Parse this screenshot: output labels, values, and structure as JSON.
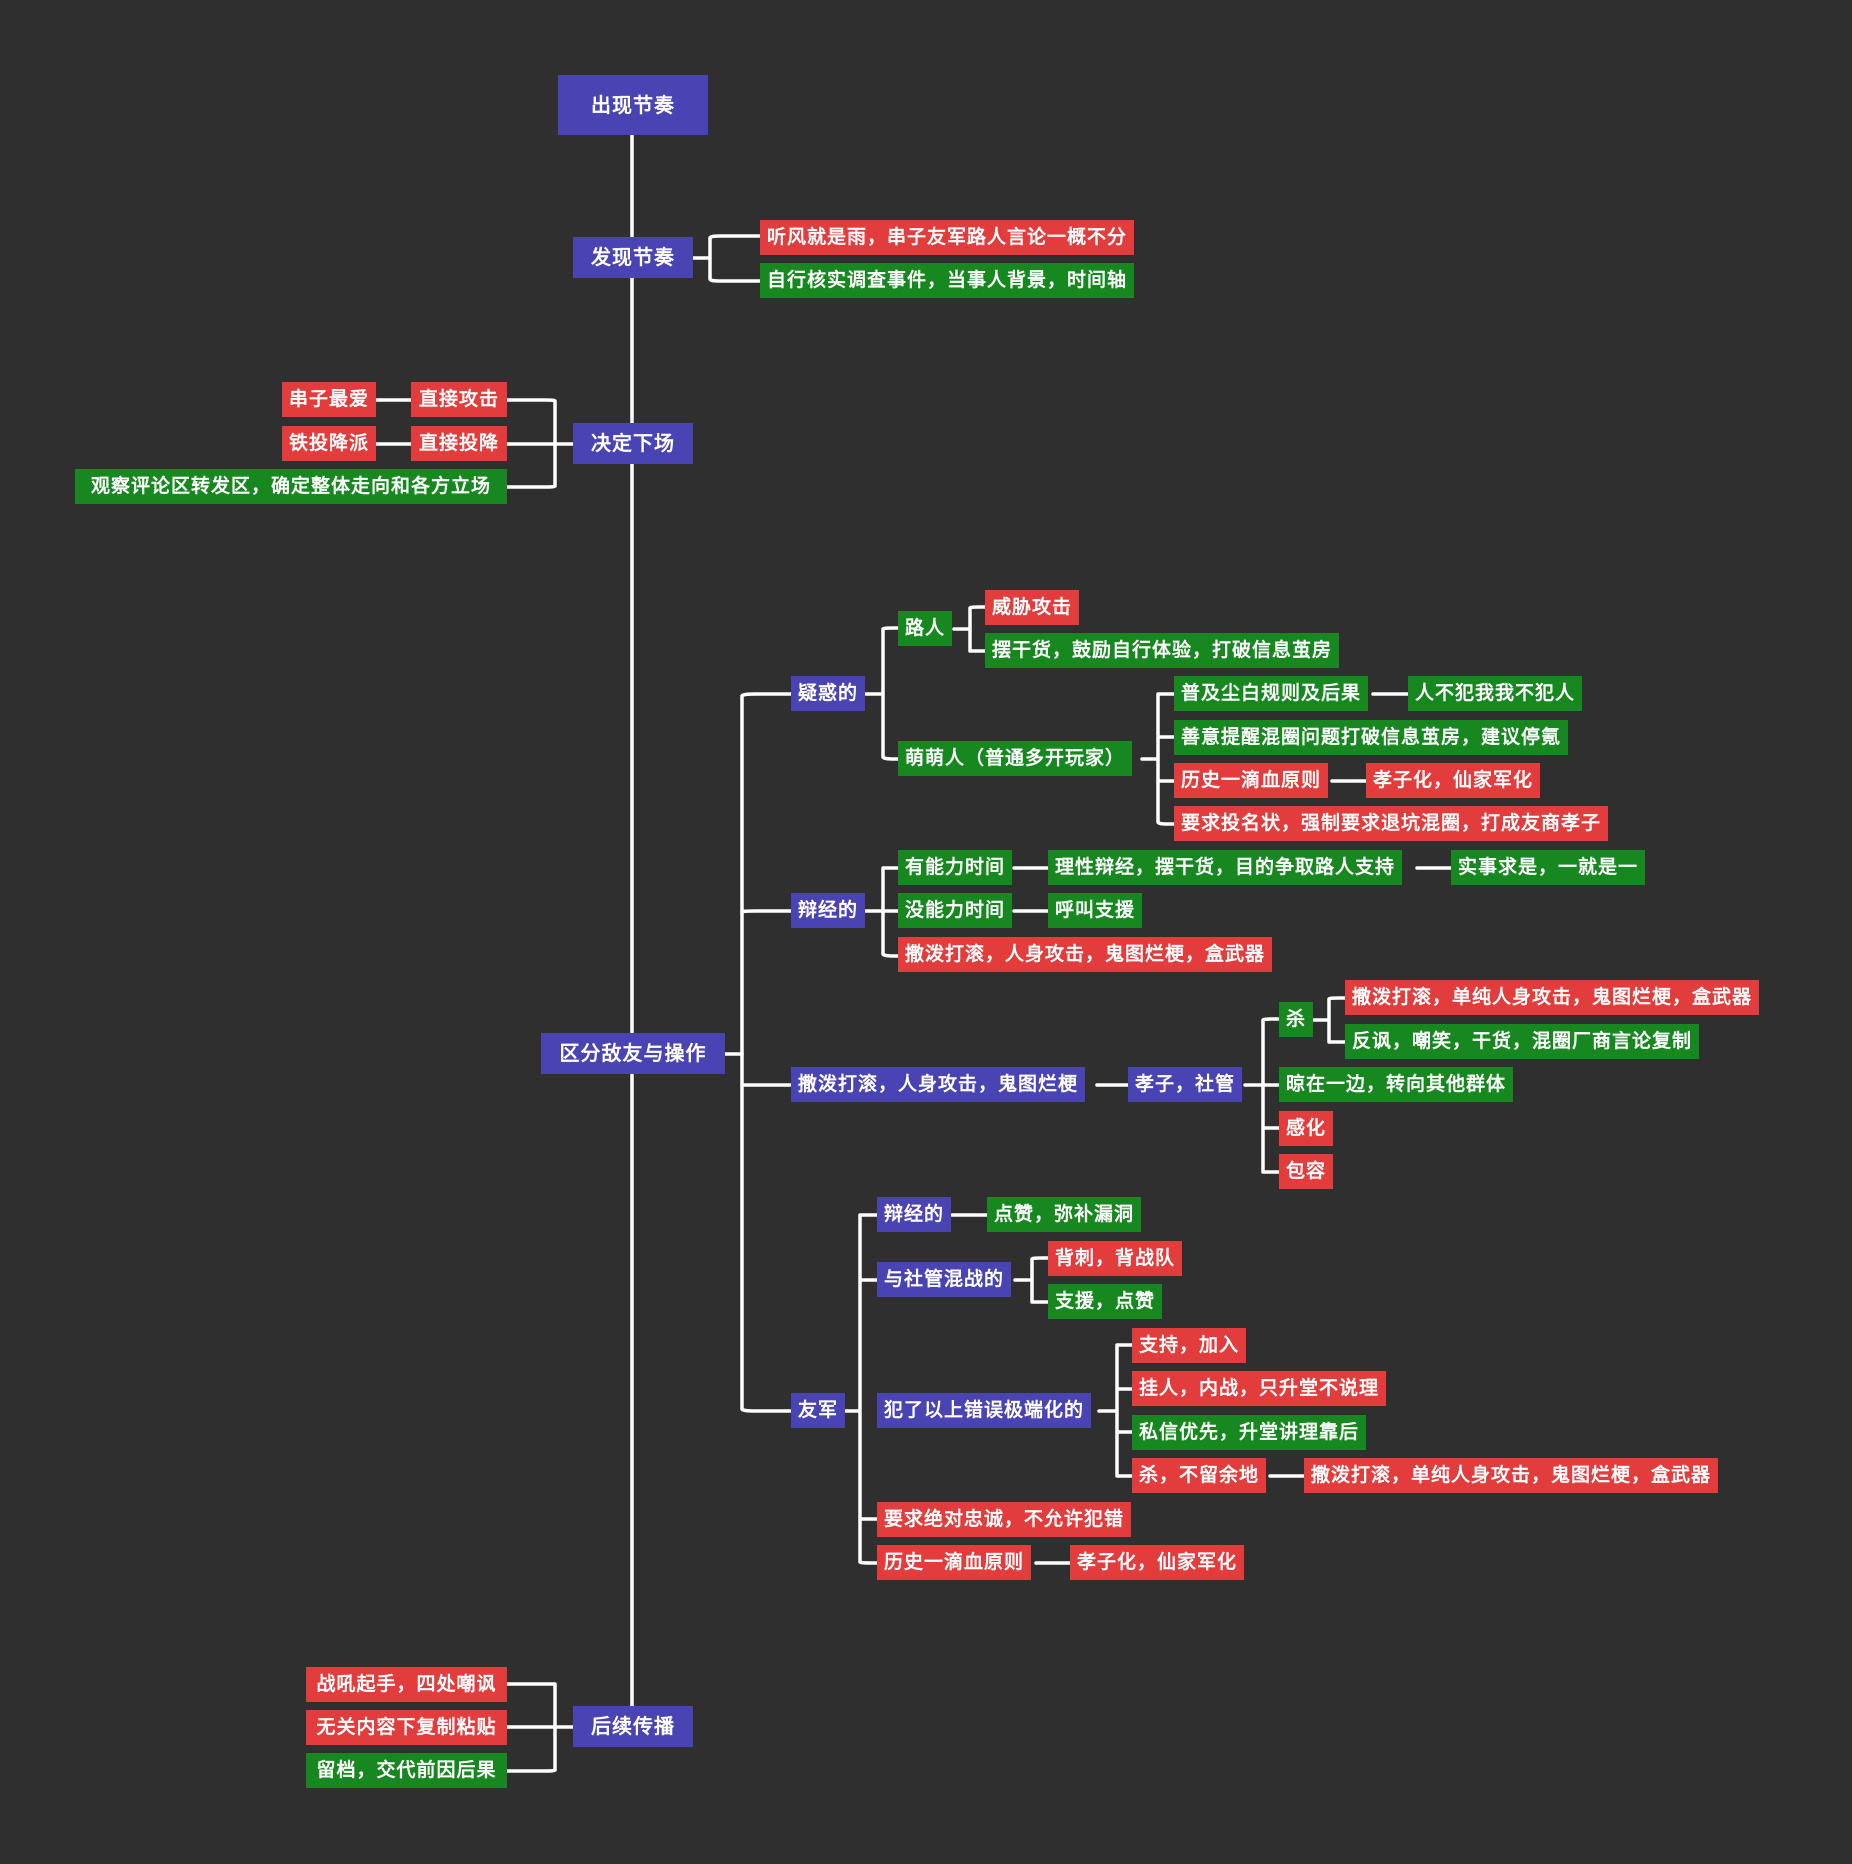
{
  "colors": {
    "background": "#2f2f2f",
    "purple": "#4a43b3",
    "red": "#e23c3c",
    "green": "#17871f",
    "line": "#ffffff"
  },
  "root": "出现节奏",
  "discover": {
    "label": "发现节奏",
    "items": [
      "听风就是雨，串子友军路人言论一概不分",
      "自行核实调查事件，当事人背景，时间轴"
    ]
  },
  "decide": {
    "label": "决定下场",
    "a1": "串子最爱",
    "a2": "直接攻击",
    "b1": "铁投降派",
    "b2": "直接投降",
    "c": "观察评论区转发区，确定整体走向和各方立场"
  },
  "distinguish": {
    "label": "区分敌友与操作",
    "doubt": {
      "label": "疑惑的",
      "passerby": {
        "label": "路人",
        "items": [
          "威胁攻击",
          "摆干货，鼓励自行体验，打破信息茧房"
        ]
      },
      "newbie": {
        "label": "萌萌人（普通多开玩家）",
        "items": [
          {
            "text": "普及尘白规则及后果",
            "next": "人不犯我我不犯人"
          },
          {
            "text": "善意提醒混圈问题打破信息茧房，建议停氪"
          },
          {
            "text": "历史一滴血原则",
            "next": "孝子化，仙家军化"
          },
          {
            "text": "要求投名状，强制要求退坑混圈，打成友商孝子"
          }
        ]
      }
    },
    "argue": {
      "label": "辩经的",
      "able": {
        "label": "有能力时间",
        "value": "理性辩经，摆干货，目的争取路人支持",
        "next": "实事求是，一就是一"
      },
      "unable": {
        "label": "没能力时间",
        "value": "呼叫支援"
      },
      "bad": "撒泼打滚，人身攻击，鬼图烂梗，盒武器"
    },
    "troll": {
      "label": "撒泼打滚，人身攻击，鬼图烂梗",
      "who": "孝子，社管",
      "kill": {
        "label": "杀",
        "items": [
          "撒泼打滚，单纯人身攻击，鬼图烂梗，盒武器",
          "反讽，嘲笑，干货，混圈厂商言论复制"
        ]
      },
      "others": [
        "晾在一边，转向其他群体",
        "感化",
        "包容"
      ]
    },
    "ally": {
      "label": "友军",
      "argue": {
        "label": "辩经的",
        "value": "点赞，弥补漏洞"
      },
      "fight": {
        "label": "与社管混战的",
        "items": [
          "背刺，背战队",
          "支援，点赞"
        ]
      },
      "extreme": {
        "label": "犯了以上错误极端化的",
        "items": [
          "支持，加入",
          "挂人，内战，只升堂不说理",
          "私信优先，升堂讲理靠后",
          "杀，不留余地"
        ],
        "kill_next": "撒泼打滚，单纯人身攻击，鬼图烂梗，盒武器"
      },
      "loyal": "要求绝对忠诚，不允许犯错",
      "blood": {
        "label": "历史一滴血原则",
        "next": "孝子化，仙家军化"
      }
    }
  },
  "spread": {
    "label": "后续传播",
    "items": [
      "战吼起手，四处嘲讽",
      "无关内容下复制粘贴",
      "留档，交代前因后果"
    ]
  }
}
